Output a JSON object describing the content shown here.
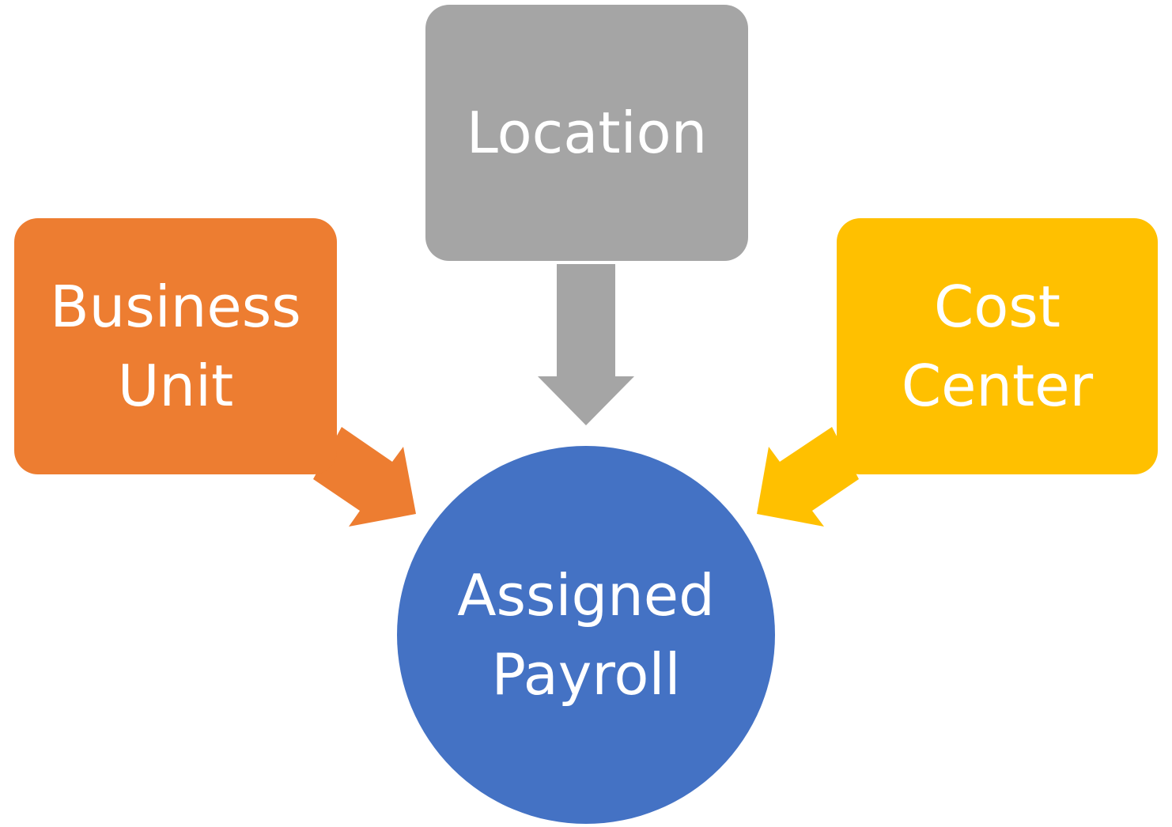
{
  "colors": {
    "business_unit": "#ED7D31",
    "location": "#A5A5A5",
    "cost_center": "#FFC000",
    "assigned_payroll": "#4472C4",
    "text": "#FFFFFF",
    "background": "#FFFFFF"
  },
  "nodes": {
    "business_unit": {
      "line1": "Business",
      "line2": "Unit"
    },
    "location": {
      "line1": "Location"
    },
    "cost_center": {
      "line1": "Cost",
      "line2": "Center"
    },
    "assigned_payroll": {
      "line1": "Assigned",
      "line2": "Payroll"
    }
  },
  "edges": [
    {
      "from": "business_unit",
      "to": "assigned_payroll"
    },
    {
      "from": "location",
      "to": "assigned_payroll"
    },
    {
      "from": "cost_center",
      "to": "assigned_payroll"
    }
  ]
}
